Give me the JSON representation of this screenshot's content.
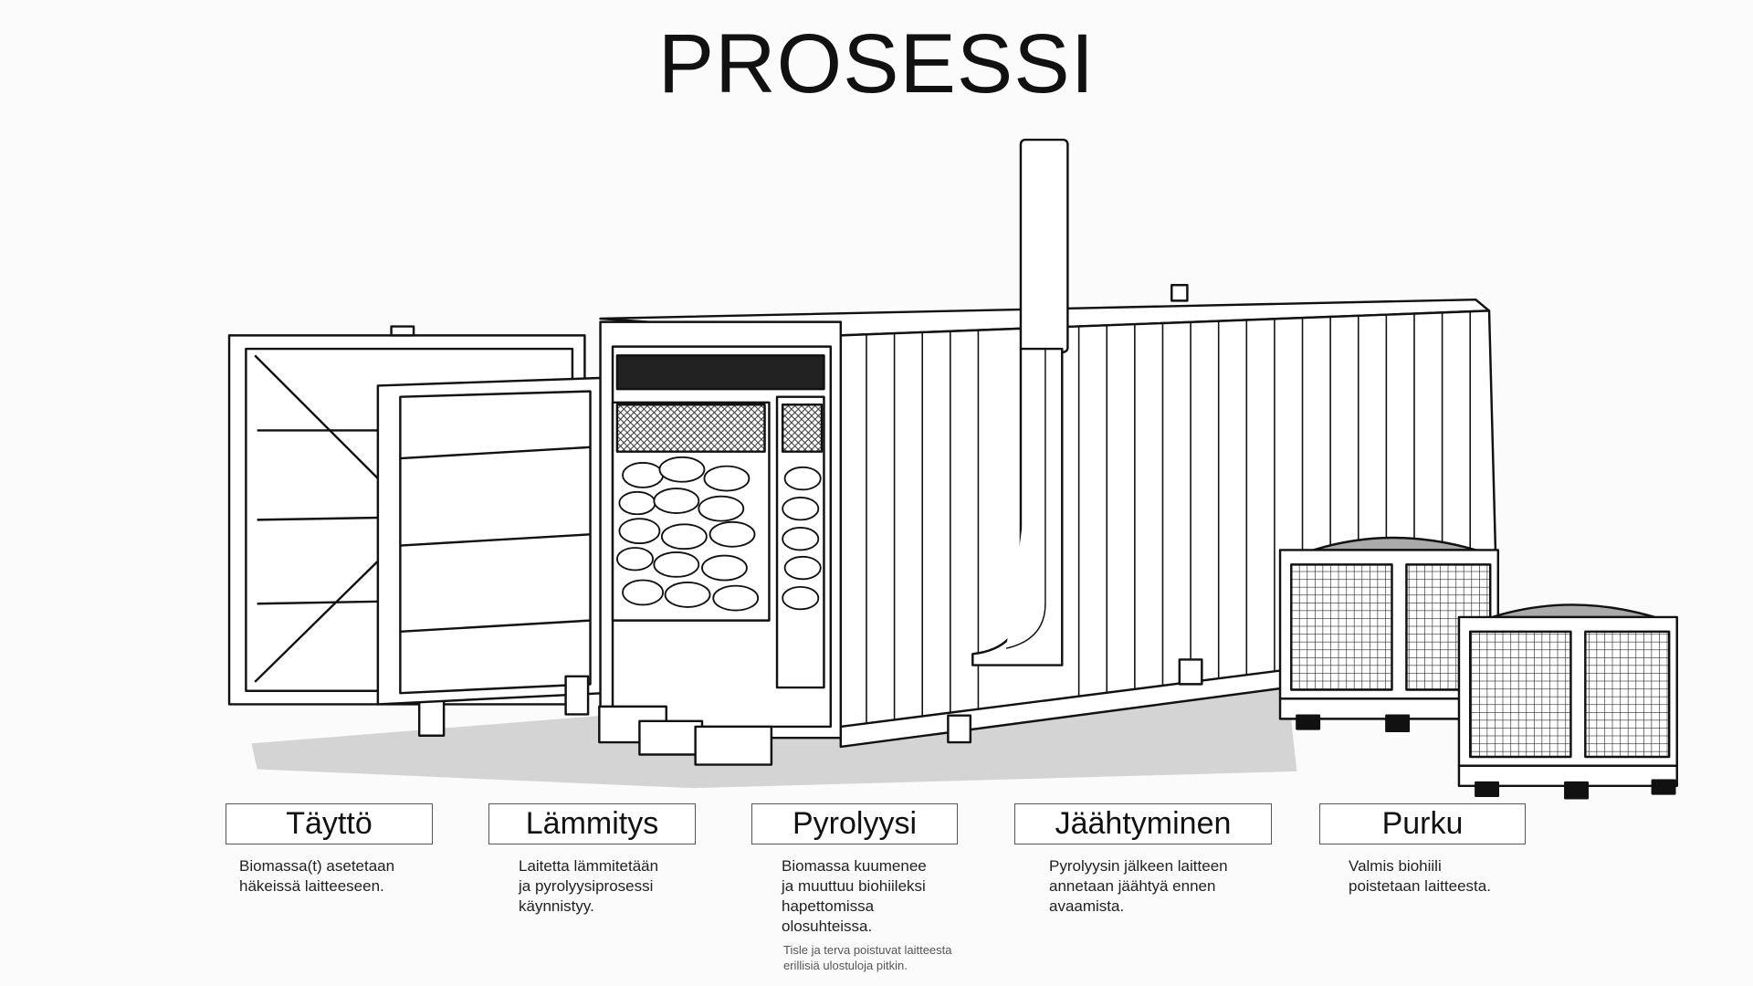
{
  "title": "PROSESSI",
  "steps": [
    {
      "label": "Täyttö",
      "description": "Biomassa(t) asetetaan\nhäkeissä laitteeseen."
    },
    {
      "label": "Lämmitys",
      "description": "Laitetta lämmitetään\nja pyrolyysiprosessi\nkäynnistyy."
    },
    {
      "label": "Pyrolyysi",
      "description": "Biomassa kuumenee\nja muuttuu biohiileksi\nhapettomissa\nolosuhteissa.",
      "note": "Tisle ja terva poistuvat laitteesta\nerillisiä ulostuloja pitkin."
    },
    {
      "label": "Jäähtyminen",
      "description": "Pyrolyysin jälkeen laitteen\nannetaan jäähtyä ennen\navaamista."
    },
    {
      "label": "Purku",
      "description": "Valmis biohiili\npoistetaan laitteesta."
    }
  ]
}
